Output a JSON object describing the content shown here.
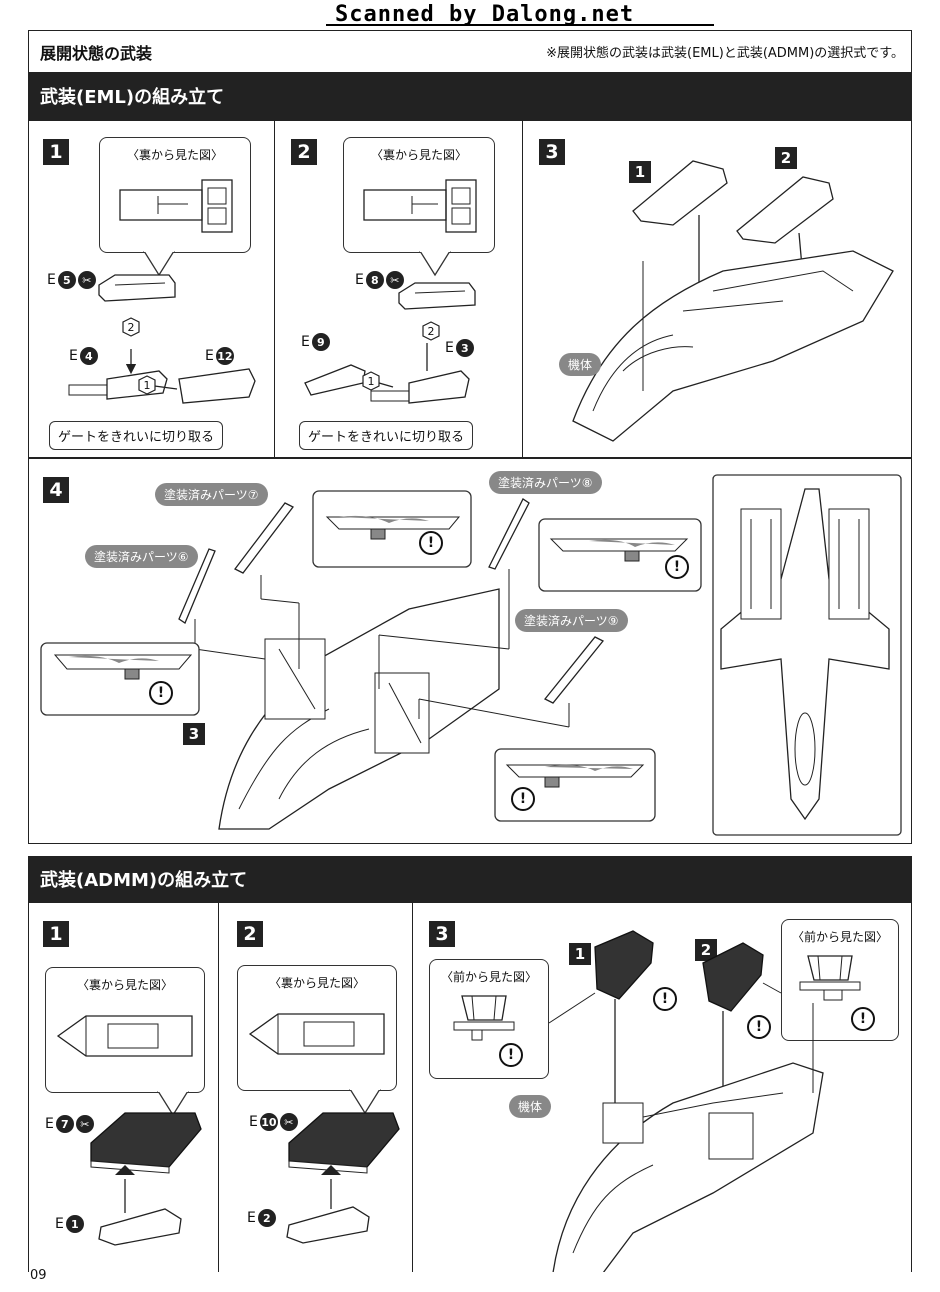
{
  "watermark": "Scanned by Dalong.net",
  "top": {
    "title": "展開状態の武装",
    "note": "※展開状態の武装は武装(EML)と武装(ADMM)の選択式です。"
  },
  "eml": {
    "header": "武装(EML)の組み立て",
    "step1": {
      "num": "1",
      "callout": "〈裏から見た図〉",
      "parts": [
        "E",
        "5",
        "E",
        "4",
        "E",
        "12"
      ],
      "order": [
        "2",
        "1"
      ],
      "gate": "ゲートをきれいに切り取る"
    },
    "step2": {
      "num": "2",
      "callout": "〈裏から見た図〉",
      "parts": [
        "E",
        "8",
        "E",
        "9",
        "E",
        "3"
      ],
      "order": [
        "2",
        "1"
      ],
      "gate": "ゲートをきれいに切り取る"
    },
    "step3": {
      "num": "3",
      "sub": [
        "1",
        "2"
      ],
      "body": "機体"
    },
    "step4": {
      "num": "4",
      "painted": [
        "塗装済みパーツ⑦",
        "塗装済みパーツ⑧",
        "塗装済みパーツ⑥",
        "塗装済みパーツ⑨"
      ],
      "ref": "3",
      "warn": "!"
    }
  },
  "admm": {
    "header": "武装(ADMM)の組み立て",
    "step1": {
      "num": "1",
      "callout": "〈裏から見た図〉",
      "parts": [
        "E",
        "7",
        "E",
        "1"
      ]
    },
    "step2": {
      "num": "2",
      "callout": "〈裏から見た図〉",
      "parts": [
        "E",
        "10",
        "E",
        "2"
      ]
    },
    "step3": {
      "num": "3",
      "front_left": "〈前から見た図〉",
      "front_right": "〈前から見た図〉",
      "sub": [
        "1",
        "2"
      ],
      "body": "機体"
    }
  },
  "page_number": "09"
}
